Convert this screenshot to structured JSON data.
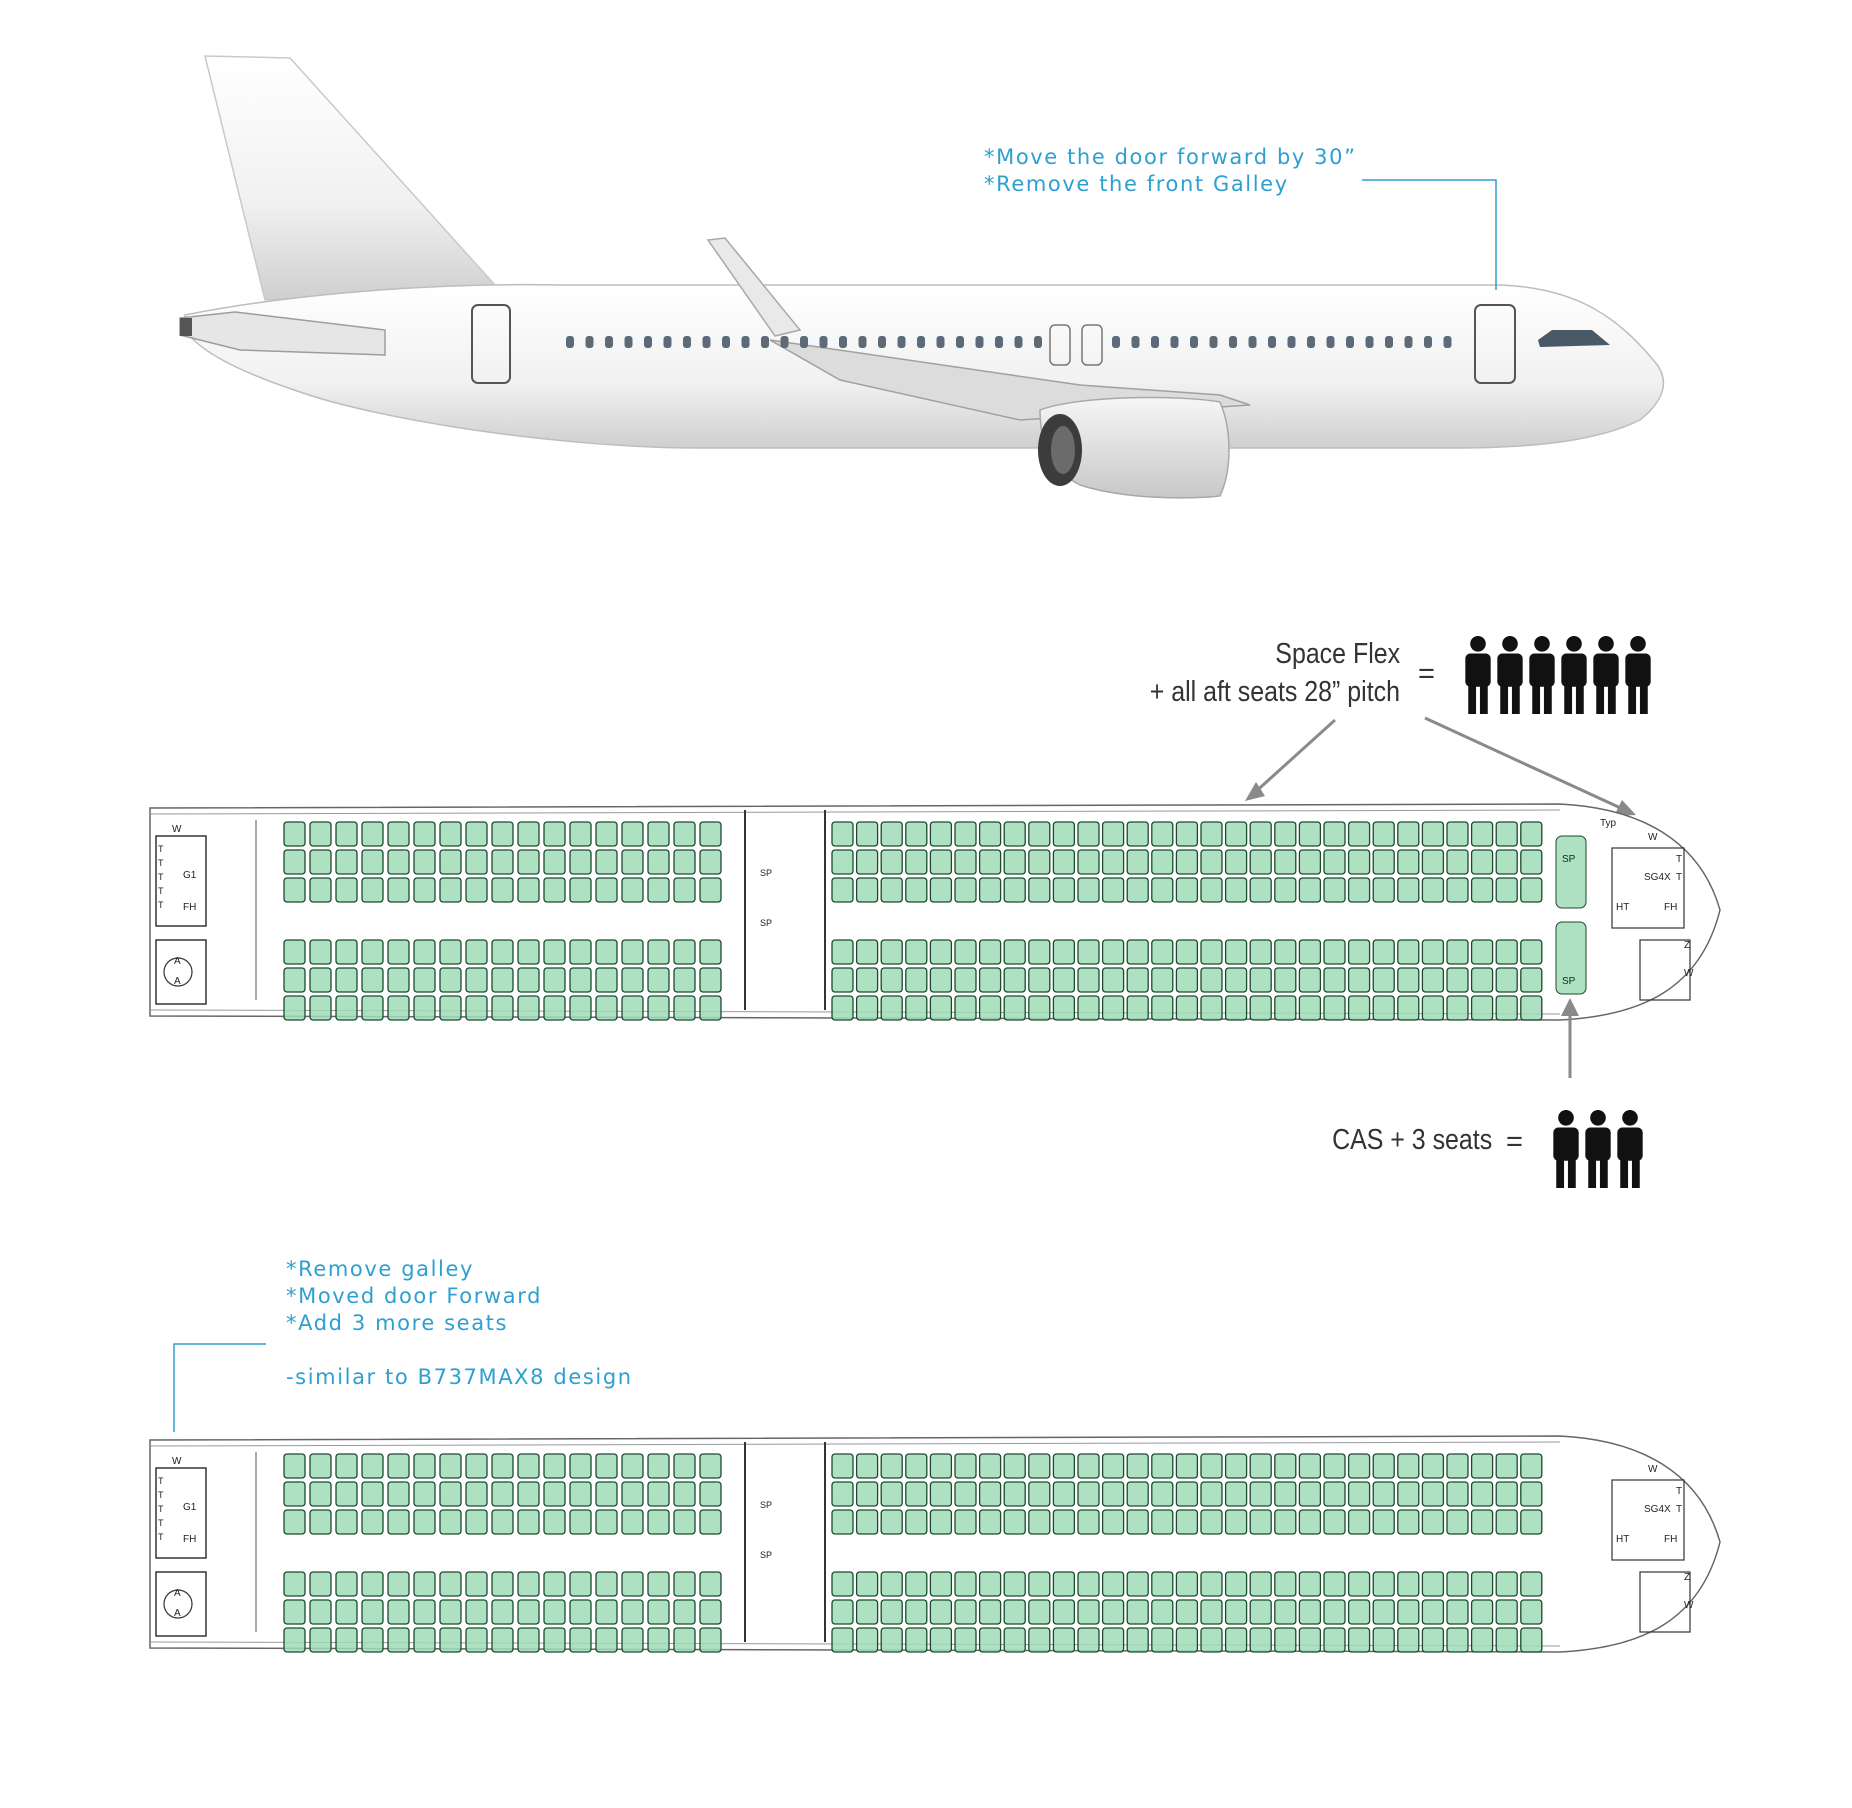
{
  "colors": {
    "note_blue": "#2e9fd1",
    "seat_fill": "#9fdcb6",
    "seat_stroke": "#1b4a2e",
    "fuselage_fill": "#ffffff",
    "fuselage_stroke": "#9a9a9a",
    "text_dark": "#333333",
    "person": "#111111",
    "arrow_gray": "#8a8a8a"
  },
  "aircraft_notes": {
    "line1": "*Move the door forward by 30”",
    "line2": "*Remove the front Galley"
  },
  "space_flex": {
    "line1": "Space Flex",
    "line2": "+ all aft seats 28” pitch",
    "equals": "=",
    "people_count": 6
  },
  "cas": {
    "label": "CAS + 3 seats",
    "equals": "=",
    "people_count": 3
  },
  "layout_notes": {
    "line1": "*Remove galley",
    "line2": "*Moved door Forward",
    "line3": "*Add 3 more seats",
    "line4": "-similar to B737MAX8 design"
  },
  "plan_labels": {
    "galley_front": "G1",
    "lav_front": "A",
    "fh": "FH",
    "w": "W",
    "t": "T",
    "sg4x": "SG4X",
    "ht": "HT",
    "sp": "SP",
    "z": "Z",
    "type": "Typ"
  },
  "seat_map": {
    "rows_per_side": 3,
    "forward_block_columns": 17,
    "aft_block_columns": 29
  }
}
